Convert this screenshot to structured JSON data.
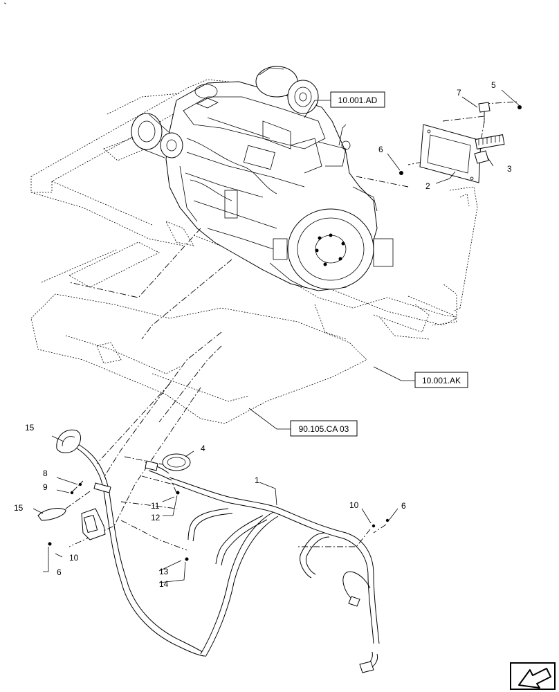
{
  "references": [
    {
      "id": "ref-engine",
      "label": "10.001.AD"
    },
    {
      "id": "ref-frame",
      "label": "10.001.AK"
    },
    {
      "id": "ref-plate",
      "label": "90.105.CA 03"
    }
  ],
  "callouts": {
    "c1": "1",
    "c2": "2",
    "c3": "3",
    "c4": "4",
    "c5": "5",
    "c6a": "6",
    "c6b": "6",
    "c6c": "6",
    "c7": "7",
    "c8": "8",
    "c9": "9",
    "c10a": "10",
    "c10b": "10",
    "c11": "11",
    "c12": "12",
    "c13": "13",
    "c14": "14",
    "c15a": "15",
    "c15b": "15"
  },
  "icons": {
    "corner": "arrow-nav-icon"
  }
}
